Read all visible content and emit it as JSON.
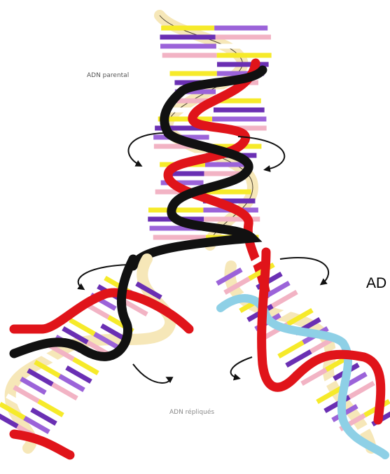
{
  "labels": {
    "parental": "ADN parental",
    "repliques": "ADN répliqués",
    "cut_text": "AD"
  },
  "colors": {
    "background": "#ffffff",
    "backbone_black": "#111111",
    "backbone_red": "#e0141a",
    "backbone_cream": "#f6e7b8",
    "backbone_blue": "#8ed0e6",
    "outline": "#4a4030",
    "base_yellow": "#f6ea2a",
    "base_purple": "#6a2fb3",
    "base_violet": "#9b63d9",
    "base_pink": "#f2b3c4",
    "base_white": "#ffffff",
    "arrow_black": "#111111"
  },
  "icons": [
    "rotation-arrow-icon"
  ]
}
